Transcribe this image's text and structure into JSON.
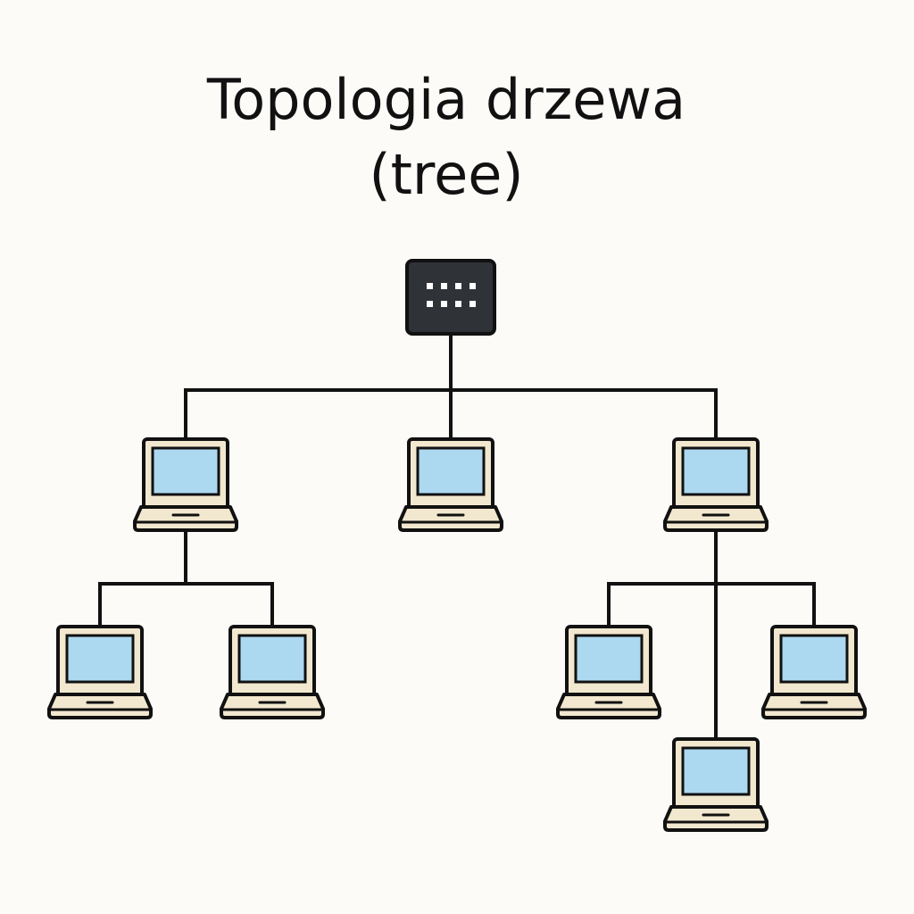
{
  "title": {
    "line1": "Topologia drzewa",
    "line2": "(tree)"
  },
  "colors": {
    "background": "#fcfbf8",
    "line": "#111111",
    "hub_body": "#2f3237",
    "hub_lights": "#ffffff",
    "laptop_bezel": "#f2e8cf",
    "laptop_screen": "#acd8f0",
    "laptop_outline": "#111111"
  },
  "nodes": {
    "hub": {
      "icon": "network-switch-icon"
    },
    "laptops": [
      {
        "id": "l1",
        "level": 1,
        "icon": "laptop-icon"
      },
      {
        "id": "l2",
        "level": 1,
        "icon": "laptop-icon"
      },
      {
        "id": "l3",
        "level": 1,
        "icon": "laptop-icon"
      },
      {
        "id": "l1a",
        "level": 2,
        "icon": "laptop-icon"
      },
      {
        "id": "l1b",
        "level": 2,
        "icon": "laptop-icon"
      },
      {
        "id": "l3a",
        "level": 2,
        "icon": "laptop-icon"
      },
      {
        "id": "l3b",
        "level": 2,
        "icon": "laptop-icon"
      },
      {
        "id": "l3c",
        "level": 2,
        "icon": "laptop-icon"
      }
    ]
  },
  "links": [
    [
      "hub",
      "l1"
    ],
    [
      "hub",
      "l2"
    ],
    [
      "hub",
      "l3"
    ],
    [
      "l1",
      "l1a"
    ],
    [
      "l1",
      "l1b"
    ],
    [
      "l3",
      "l3a"
    ],
    [
      "l3",
      "l3b"
    ],
    [
      "l3",
      "l3c"
    ]
  ]
}
